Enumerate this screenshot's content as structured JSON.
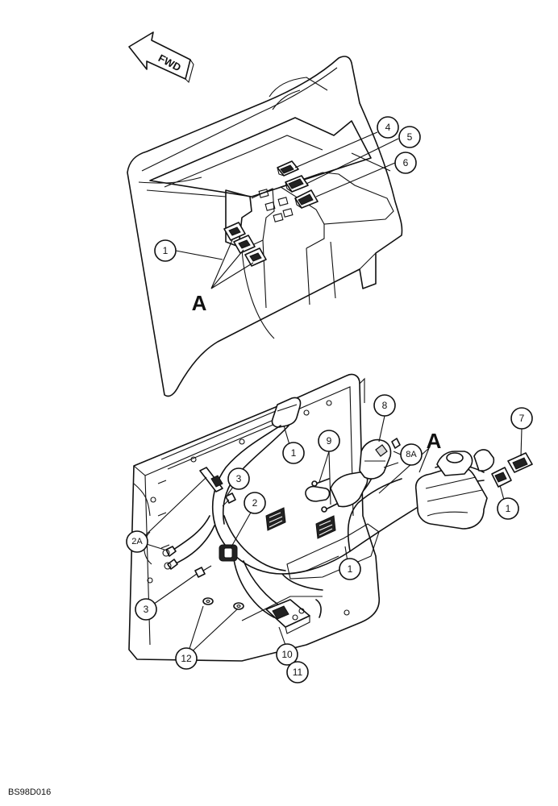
{
  "direction_label": "FWD",
  "figure_code": "BS98D016",
  "letters": {
    "upper_group": "A",
    "lower_group": "A"
  },
  "callouts": {
    "c1a": "1",
    "c4": "4",
    "c5": "5",
    "c6": "6",
    "c8": "8",
    "c8a": "8A",
    "c9": "9",
    "c7": "7",
    "c1b": "1",
    "c3a": "3",
    "c2": "2",
    "c1c": "1",
    "c2a": "2A",
    "c1d": "1",
    "c3b": "3",
    "c12": "12",
    "c10": "10",
    "c11": "11"
  }
}
